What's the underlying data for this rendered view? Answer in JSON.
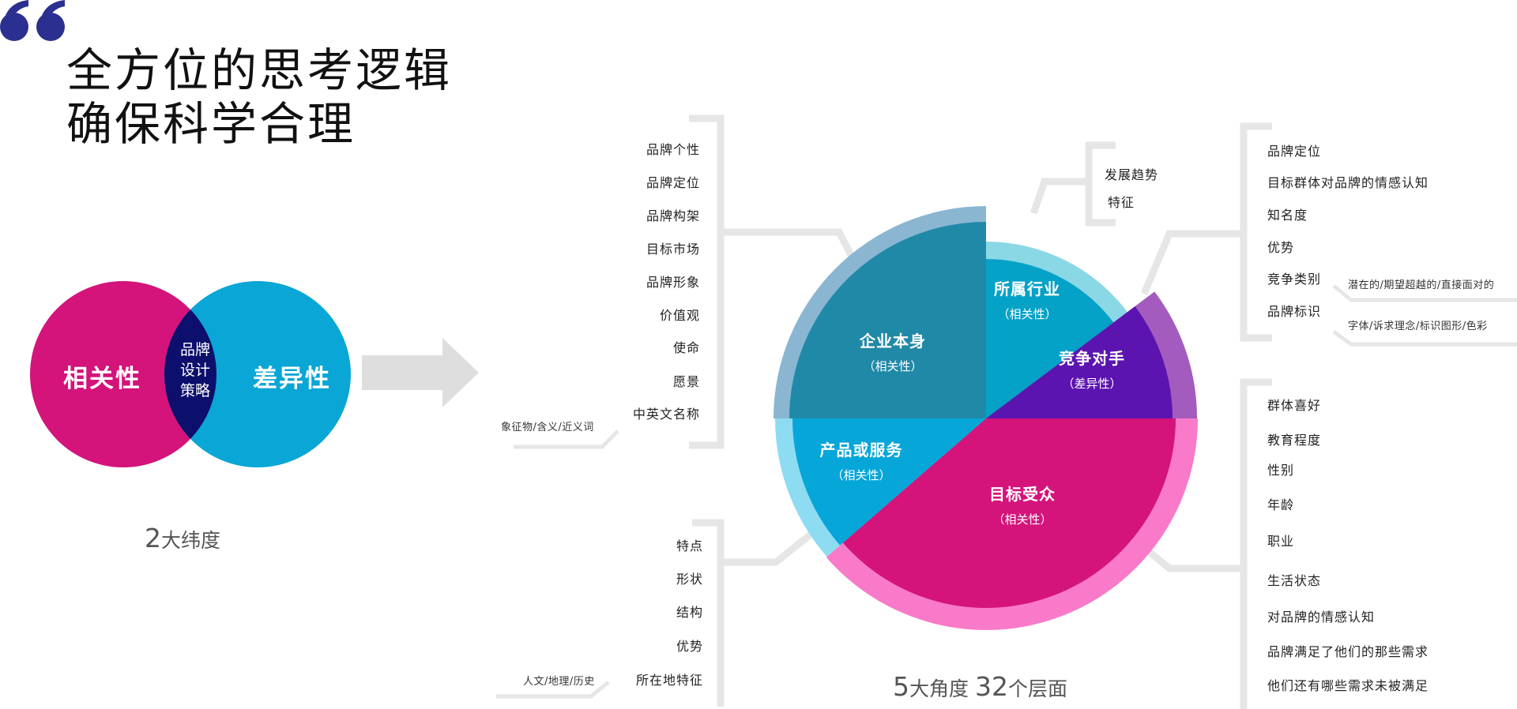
{
  "headline": {
    "line1": "全方位的思考逻辑",
    "line2": "确保科学合理"
  },
  "venn": {
    "left": "相关性",
    "right": "差异性",
    "center": [
      "品牌",
      "设计",
      "策略"
    ],
    "caption_number": "2",
    "caption_text": "大纬度",
    "colors": {
      "left": "#d4137b",
      "right": "#0aa6d6",
      "overlap": "#0c0f6b"
    }
  },
  "left_top_list": {
    "items": [
      "品牌个性",
      "品牌定位",
      "品牌构架",
      "目标市场",
      "品牌形象",
      "价值观",
      "使命",
      "愿景",
      "中英文名称"
    ],
    "note": "象征物/含义/近义词"
  },
  "left_bottom_list": {
    "items": [
      "特点",
      "形状",
      "结构",
      "优势",
      "所在地特征"
    ],
    "note": "人文/地理/历史"
  },
  "industry_list": {
    "items": [
      "发展趋势",
      "特征"
    ]
  },
  "competitor_list": {
    "items": [
      "品牌定位",
      "目标群体对品牌的情感认知",
      "知名度",
      "优势",
      "竞争类别",
      "品牌标识"
    ],
    "note_category": "潜在的/期望超越的/直接面对的",
    "note_logo": "字体/诉求理念/标识图形/色彩"
  },
  "audience_list": {
    "items": [
      "群体喜好",
      "教育程度",
      "性别",
      "年龄",
      "职业",
      "生活状态",
      "对品牌的情感认知",
      "品牌满足了他们的那些需求",
      "他们还有哪些需求未被满足"
    ]
  },
  "pie": {
    "segments": [
      {
        "title": "企业本身",
        "sub": "（相关性）",
        "inner": "#2189a8",
        "outer": "#8ab6d2"
      },
      {
        "title": "所属行业",
        "sub": "（相关性）",
        "inner": "#04a2c7",
        "outer": "#8ad8e6"
      },
      {
        "title": "竞争对手",
        "sub": "（差异性）",
        "inner": "#5c14b0",
        "outer": "#a35bbd"
      },
      {
        "title": "目标受众",
        "sub": "（相关性）",
        "inner": "#d4137b",
        "outer": "#f87ac9"
      },
      {
        "title": "产品或服务",
        "sub": "（相关性）",
        "inner": "#06a6d8",
        "outer": "#8ddcf2"
      }
    ],
    "caption_num1": "5",
    "caption_text1": "大角度",
    "caption_num2": "32",
    "caption_text2": "个层面"
  },
  "colors": {
    "accent": "#2b2f8f",
    "connector": "#e6e6e6"
  }
}
